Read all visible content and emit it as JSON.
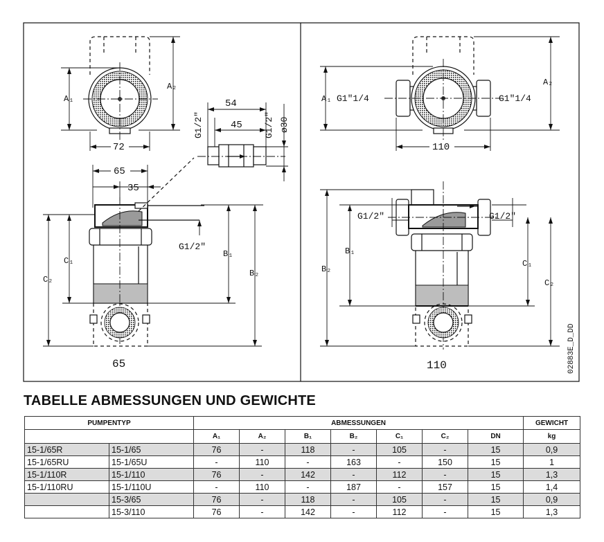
{
  "drawing": {
    "left_panel": {
      "size_label": "65",
      "dims": {
        "a1": "A₁",
        "a2": "A₂",
        "b1": "B₁",
        "b2": "B₂",
        "c1": "C₁",
        "c2": "C₂",
        "w72": "72",
        "w65": "65",
        "w35": "35",
        "thread": "G1/2\""
      },
      "union": {
        "d54": "54",
        "d45": "45",
        "thread_left": "G1/2\"",
        "thread_right": "G1/2\"",
        "dia": "ø30"
      }
    },
    "right_panel": {
      "size_label": "110",
      "dims": {
        "a1": "A₁",
        "a2": "A₂",
        "b1": "B₁",
        "b2": "B₂",
        "c1": "C₁",
        "c2": "C₂",
        "w110": "110",
        "thread_l": "G1\"1/4",
        "thread_r": "G1\"1/4",
        "g12_l": "G1/2\"",
        "g12_r": "G1/2\""
      }
    },
    "drawing_code": "02883E_D_DD"
  },
  "table": {
    "title": "TABELLE ABMESSUNGEN UND GEWICHTE",
    "group_headers": {
      "pumpentyp": "PUMPENTYP",
      "abmessungen": "ABMESSUNGEN",
      "gewicht": "GEWICHT"
    },
    "columns": [
      "A₁",
      "A₂",
      "B₁",
      "B₂",
      "C₁",
      "C₂",
      "DN",
      "kg"
    ],
    "rows": [
      [
        "15-1/65R",
        "15-1/65",
        "76",
        "-",
        "118",
        "-",
        "105",
        "-",
        "15",
        "0,9"
      ],
      [
        "15-1/65RU",
        "15-1/65U",
        "-",
        "110",
        "-",
        "163",
        "-",
        "150",
        "15",
        "1"
      ],
      [
        "15-1/110R",
        "15-1/110",
        "76",
        "-",
        "142",
        "-",
        "112",
        "-",
        "15",
        "1,3"
      ],
      [
        "15-1/110RU",
        "15-1/110U",
        "-",
        "110",
        "-",
        "187",
        "-",
        "157",
        "15",
        "1,4"
      ],
      [
        "",
        "15-3/65",
        "76",
        "-",
        "118",
        "-",
        "105",
        "-",
        "15",
        "0,9"
      ],
      [
        "",
        "15-3/110",
        "76",
        "-",
        "142",
        "-",
        "112",
        "-",
        "15",
        "1,3"
      ]
    ]
  }
}
